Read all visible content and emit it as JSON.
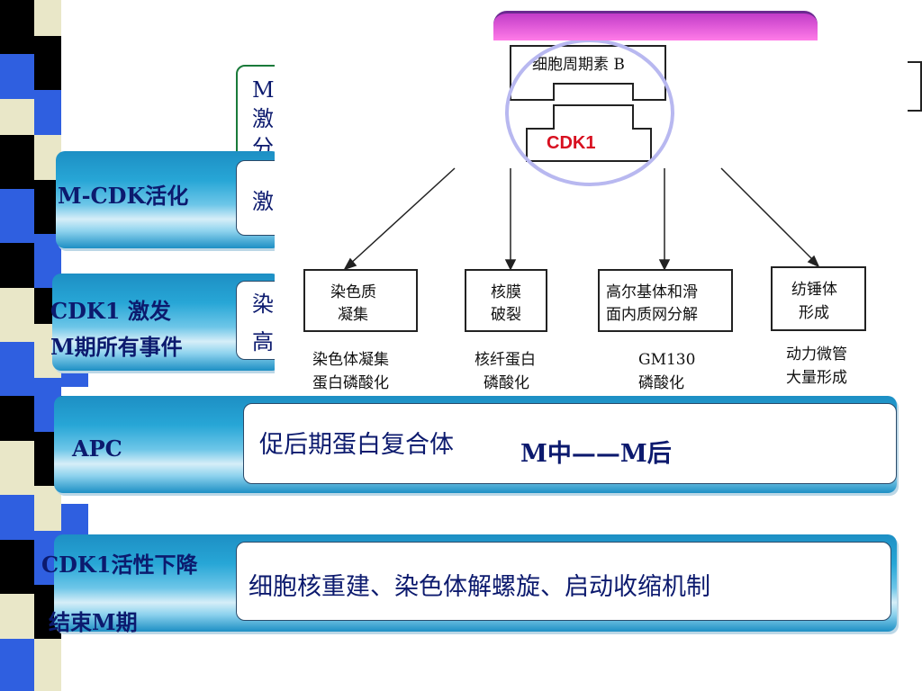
{
  "slide": {
    "partial_box_text": "M\n激\n分",
    "row1": {
      "label": "M-CDK活化",
      "partial_text": "激"
    },
    "row2": {
      "label_line1": "CDK1  激发",
      "label_line2": "M期所有事件",
      "partial_line1": "染",
      "partial_line2": "高"
    },
    "row3": {
      "label": "APC",
      "text_main": "促后期蛋白复合体",
      "text_sub": "M中——M后"
    },
    "row4": {
      "label_line1": "CDK1活性下降",
      "label_line2": "结束M期",
      "text": "细胞核重建、染色体解螺旋、启动收缩机制"
    }
  },
  "diagram": {
    "cyclin": "细胞周期素 B",
    "cdk": "CDK1",
    "boxes": [
      {
        "title1": "染色质",
        "title2": "凝集",
        "cap1": "染色体凝集",
        "cap2": "蛋白磷酸化"
      },
      {
        "title1": "核膜",
        "title2": "破裂",
        "cap1": "核纤蛋白",
        "cap2": "磷酸化"
      },
      {
        "title1": "高尔基体和滑",
        "title2": "面内质网分解",
        "cap1": "GM130",
        "cap2": "磷酸化"
      },
      {
        "title1": "纺锤体",
        "title2": "形成",
        "cap1": "动力微管",
        "cap2": "大量形成"
      }
    ]
  },
  "colors": {
    "label": "#0c1a6e",
    "cdk_red": "#d81020",
    "circle": "#b8b8f0",
    "band": "#27a6d6"
  }
}
